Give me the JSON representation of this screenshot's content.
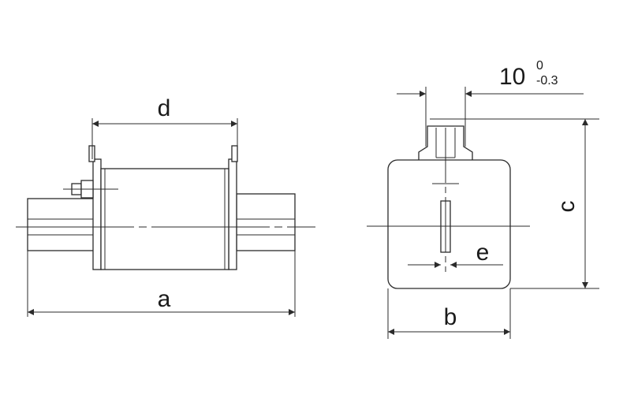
{
  "labels": {
    "a": "a",
    "b": "b",
    "c": "c",
    "d": "d",
    "e": "e",
    "tab_width_value": "10",
    "tab_tolerance_upper": "0",
    "tab_tolerance_lower": "-0.3"
  },
  "colors": {
    "line": "#2b2b2b",
    "background": "#ffffff"
  }
}
